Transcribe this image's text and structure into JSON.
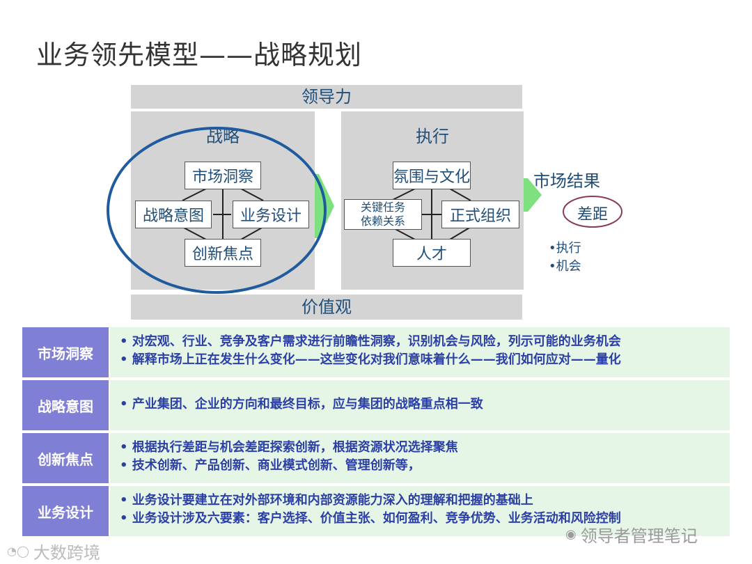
{
  "title": "业务领先模型——战略规划",
  "top_bar": "领导力",
  "bottom_bar": "价值观",
  "strategy": {
    "title": "战略",
    "insight": "市场洞察",
    "intent": "战略意图",
    "design": "业务设计",
    "innovation": "创新焦点"
  },
  "execution": {
    "title": "执行",
    "culture": "氛围与文化",
    "tasks_line1": "关键任务",
    "tasks_line2": "依赖关系",
    "org": "正式组织",
    "talent": "人才"
  },
  "market": {
    "title": "市场结果",
    "gap": "差距",
    "bullet1": "•执行",
    "bullet2": "•机会"
  },
  "rows": [
    {
      "label": "市场洞察",
      "lines": [
        "• 对宏观、行业、竞争及客户需求进行前瞻性洞察，识别机会与风险，列示可能的业务机会",
        "• 解释市场上正在发生什么变化——这些变化对我们意味着什么——我们如何应对——量化"
      ]
    },
    {
      "label": "战略意图",
      "lines": [
        "• 产业集团、企业的方向和最终目标，应与集团的战略重点相一致"
      ]
    },
    {
      "label": "创新焦点",
      "lines": [
        "• 根据执行差距与机会差距探索创新，根据资源状况选择聚焦",
        "• 技术创新、产品创新、商业模式创新、管理创新等，"
      ]
    },
    {
      "label": "业务设计",
      "lines": [
        "• 业务设计要建立在对外部环境和内部资源能力深入的理解和把握的基础上",
        "• 业务设计涉及六要素：客户选择、价值主张、如何盈利、竞争优势、业务活动和风险控制"
      ]
    }
  ],
  "watermark_left": "大数跨境",
  "watermark_right": "领导者管理笔记",
  "colors": {
    "label_bg": "#7f7fd6",
    "body_bg": "#e6f6e6",
    "text_blue": "#1f4e79",
    "arrow": "#7fe07f",
    "circle": "#1f5b9e",
    "gap_oval": "#8b3a5a"
  }
}
